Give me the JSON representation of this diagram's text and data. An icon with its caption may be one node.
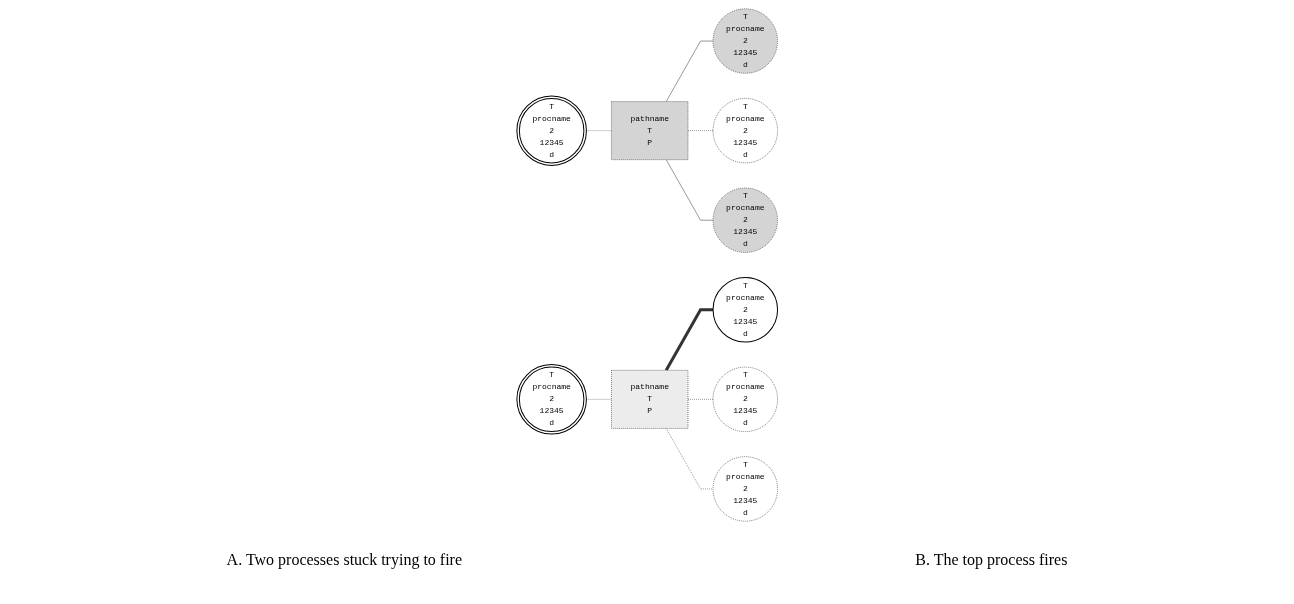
{
  "diagram": {
    "nodes": [
      {
        "text": [
          "T",
          "procname",
          "2",
          "12345",
          "d"
        ]
      },
      {
        "text": [
          "pathname",
          "T",
          "P"
        ]
      },
      {
        "text": [
          "T",
          "procname",
          "2",
          "12345",
          "d"
        ]
      },
      {
        "text": [
          "T",
          "procname",
          "2",
          "12345",
          "d"
        ]
      },
      {
        "text": [
          "T",
          "procname",
          "2",
          "12345",
          "d"
        ]
      },
      {
        "text": [
          "T",
          "procname",
          "2",
          "12345",
          "d"
        ]
      },
      {
        "text": [
          "pathname",
          "T",
          "P"
        ]
      },
      {
        "text": [
          "T",
          "procname",
          "2",
          "12345",
          "d"
        ]
      },
      {
        "text": [
          "T",
          "procname",
          "2",
          "12345",
          "d"
        ]
      },
      {
        "text": [
          "T",
          "procname",
          "2",
          "12345",
          "d"
        ]
      }
    ],
    "edges": [
      {
        "from": 0,
        "to": 1,
        "arrow": "none",
        "style": "dashed"
      },
      {
        "from": 1,
        "to": 2,
        "arrow": "none"
      },
      {
        "from": 1,
        "to": 3,
        "arrow": "none",
        "style": "dashed"
      },
      {
        "from": 1,
        "to": 4,
        "arrow": "none"
      },
      {
        "from": 5,
        "to": 6,
        "arrow": "none",
        "style": "dashed"
      },
      {
        "from": 6,
        "to": 7,
        "arrow": "none",
        "style": "thick"
      },
      {
        "from": 6,
        "to": 8,
        "arrow": "none",
        "style": "dashed"
      },
      {
        "from": 6,
        "to": 9,
        "arrow": "none",
        "style": "dashed"
      }
    ],
    "labels": [
      "A. Two processes stuck trying to fire",
      "B. The top process fires"
    ]
  }
}
